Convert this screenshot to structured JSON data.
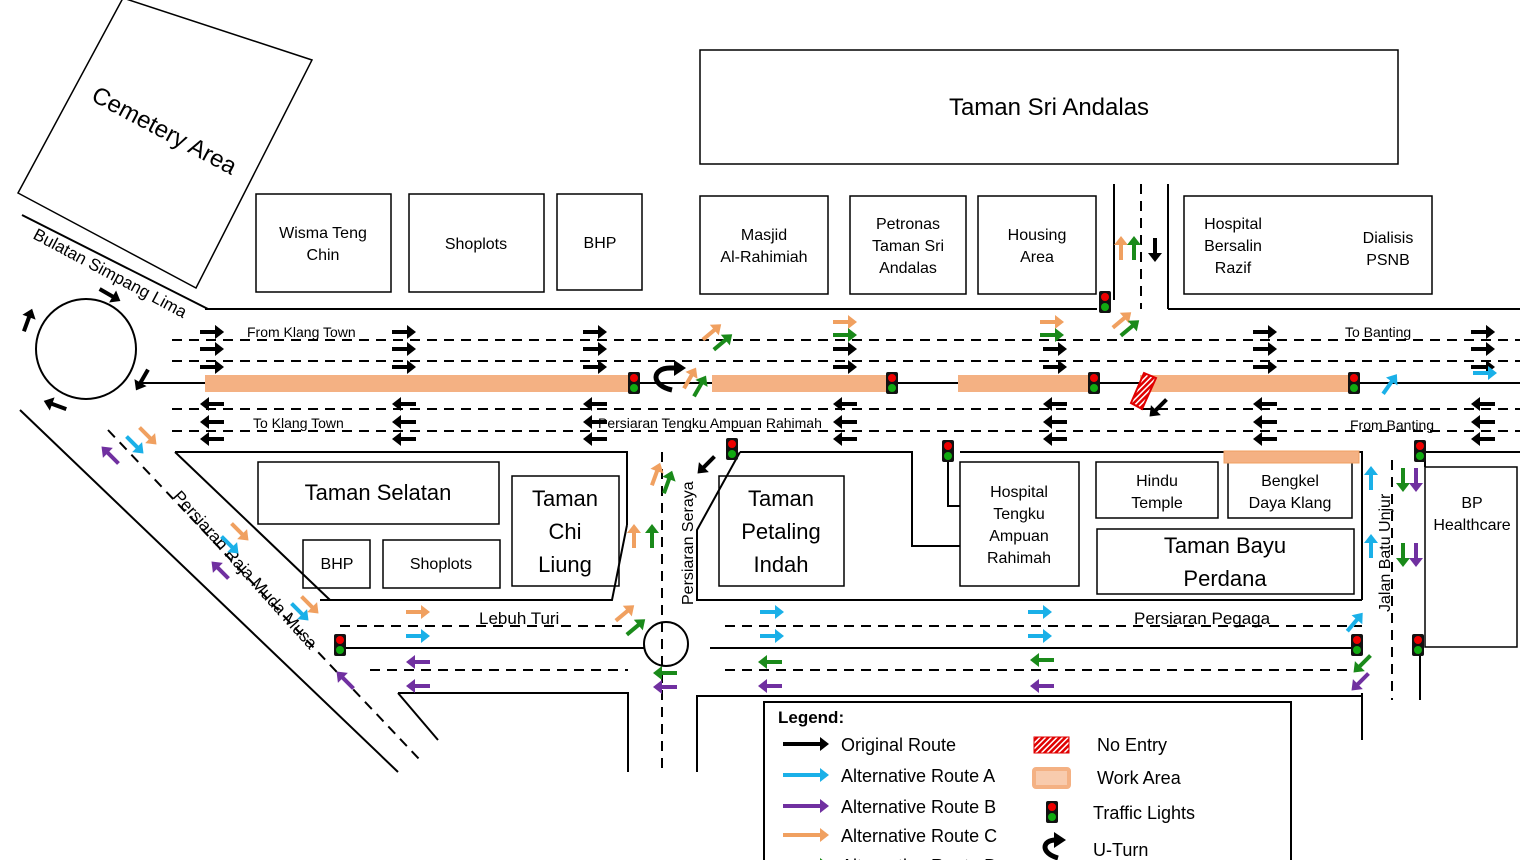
{
  "colors": {
    "original": "#000000",
    "route_a": "#1ab0e8",
    "route_b": "#7030a0",
    "route_c": "#f0a060",
    "route_d": "#1a8a1a",
    "work_area": "#f4b183",
    "no_entry": "#e00000"
  },
  "areas": {
    "cemetery": "Cemetery Area",
    "taman_sri_andalas": "Taman Sri Andalas",
    "wisma_1": "Wisma Teng",
    "wisma_2": "Chin",
    "shoplots_top": "Shoplots",
    "bhp_top": "BHP",
    "masjid_1": "Masjid",
    "masjid_2": "Al-Rahimiah",
    "petronas_1": "Petronas",
    "petronas_2": "Taman Sri",
    "petronas_3": "Andalas",
    "housing_1": "Housing",
    "housing_2": "Area",
    "hospital_bersalin_1": "Hospital",
    "hospital_bersalin_2": "Bersalin",
    "hospital_bersalin_3": "Razif",
    "dialisis_1": "Dialisis",
    "dialisis_2": "PSNB",
    "taman_selatan": "Taman Selatan",
    "bhp_bottom": "BHP",
    "shoplots_bottom": "Shoplots",
    "chi_liung_1": "Taman",
    "chi_liung_2": "Chi",
    "chi_liung_3": "Liung",
    "petaling_1": "Taman",
    "petaling_2": "Petaling",
    "petaling_3": "Indah",
    "hospital_tengku_1": "Hospital",
    "hospital_tengku_2": "Tengku",
    "hospital_tengku_3": "Ampuan",
    "hospital_tengku_4": "Rahimah",
    "hindu_1": "Hindu",
    "hindu_2": "Temple",
    "bengkel_1": "Bengkel",
    "bengkel_2": "Daya Klang",
    "bayu_1": "Taman Bayu",
    "bayu_2": "Perdana",
    "bp_1": "BP",
    "bp_2": "Healthcare"
  },
  "roads": {
    "bulatan": "Bulatan Simpang Lima",
    "from_klang": "From Klang Town",
    "to_klang": "To Klang Town",
    "to_banting": "To Banting",
    "from_banting": "From Banting",
    "persiaran_tengku": "Persiaran Tengku Ampuan Rahimah",
    "persiaran_seraya": "Persiaran Seraya",
    "persiaran_raja": "Persiaran Raja Muda Musa",
    "lebuh_turi": "Lebuh Turi",
    "persiaran_pegaga": "Persiaran Pegaga",
    "jalan_batu_unjur": "Jalan Batu Unjur"
  },
  "legend": {
    "title": "Legend:",
    "items": [
      {
        "label": "Original Route",
        "icon": "arrow-black"
      },
      {
        "label": "Alternative Route A",
        "icon": "arrow-blue"
      },
      {
        "label": "Alternative Route B",
        "icon": "arrow-purple"
      },
      {
        "label": "Alternative Route C",
        "icon": "arrow-orange"
      },
      {
        "label": "Alternative Route D",
        "icon": "arrow-green"
      },
      {
        "label": "No Entry",
        "icon": "no-entry-hatched"
      },
      {
        "label": "Work Area",
        "icon": "work-area-box"
      },
      {
        "label": "Traffic Lights",
        "icon": "traffic-light"
      },
      {
        "label": "U-Turn",
        "icon": "u-turn-arrow"
      }
    ]
  }
}
